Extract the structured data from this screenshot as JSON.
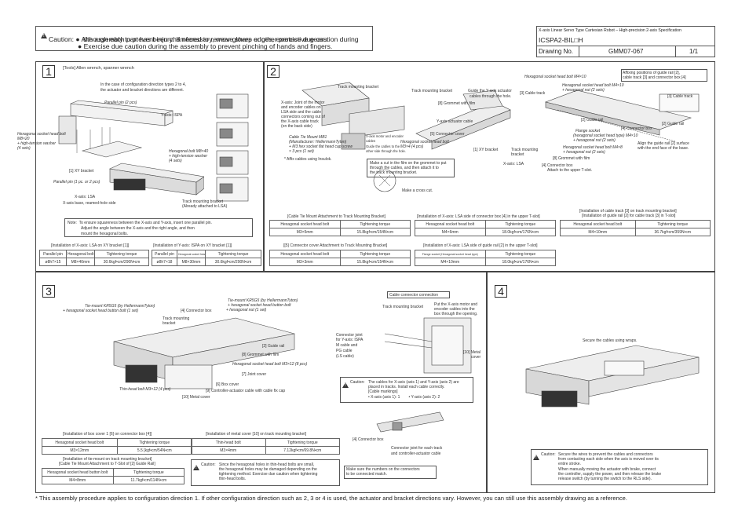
{
  "header": {
    "caution_label": "Caution:",
    "caution_line1": "● Although each part has been chamfered to remove sharp edges, exercise due caution during",
    "caution_line2": "the assembly to prevent injury. If necessary, wear gloves or other protective gears.",
    "caution_line3": "● Exercise due caution during the assembly to prevent pinching of hands and fingers.",
    "spec_title": "X-axis Linear Servo Type Cartesian Robot – High-precision 2-axis Specification",
    "model": "ICSPA2-BIL□H",
    "drawing_no_label": "Drawing No.",
    "drawing_no": "GMM07-067",
    "sheet": "1/1"
  },
  "panel1": {
    "num": "1",
    "tools": "[Tools] Allen wrench, spanner wrench",
    "config_note1": "In the case of configuration direction types 2 to 4,",
    "config_note2": "the actuator and bracket directions are different.",
    "labels": {
      "parallel_pin_2": "Parallel pin (2 pcs)",
      "y_axis": "Y-axis: ISPA",
      "hex_bolt_l1": "Hexagonal socket head bolt",
      "hex_bolt_l2": "M8×20",
      "hex_bolt_l3": "+ high-tension washer",
      "hex_bolt_l4": "(4 sets)",
      "hex_bolt_r1": "Hexagonal bolt M8×40",
      "hex_bolt_r2": "+ high-tension washer",
      "hex_bolt_r3": "(4 sets)",
      "xy_bracket": "[1] XY bracket",
      "parallel_pin_1": "Parallel pin (1 pc. or 2 pcs)",
      "x_axis": "X-axis: LSA",
      "x_base": "X-axis base, reamed-hole side",
      "track_bracket1": "Track mounting bracket",
      "track_bracket2": "(Already attached to LSA)"
    },
    "note1": "Note:  To ensure squareness between the X-axis and Y-axis, insert one parallel pin.",
    "note2": "Adjust the angle between the X-axis and the right angle, and then",
    "note3": "mount the hexagonal bolts.",
    "table_left_title": "[Installation of X-axis: LSA on XY bracket [1]]",
    "table_left": {
      "headers": [
        "Parallel pin",
        "Hexagonal bolt",
        "Tightening torque"
      ],
      "row": [
        "ø8h7×15",
        "M8×40mm",
        "30.6kgf•cm/290N•cm"
      ]
    },
    "table_right_title": "[Installation of Y-axis: ISPA on XY bracket [1]]",
    "table_right": {
      "headers": [
        "Parallel pin",
        "Hexagonal socket head bolt",
        "Tightening torque"
      ],
      "row": [
        "ø8h7×18",
        "M8×30mm",
        "30.6kgf•cm/290N•cm"
      ]
    }
  },
  "panel2": {
    "num": "2",
    "labels": {
      "track_bracket_a": "Track mounting bracket",
      "track_bracket_b": "Track mounting bracket",
      "guide_y": "Guide the Y-axis actuator",
      "guide_y2": "cables through the hole.",
      "cable_track3": "[3] Cable track",
      "x_axis_joint1": "X-axis: Joint of the motor",
      "x_axis_joint2": "and encoder cables on",
      "x_axis_joint3": "LSA side and the cable",
      "x_axis_joint4": "connectors coming out of",
      "x_axis_joint5": "the X-axis cable track",
      "x_axis_joint6": "(on the back side)",
      "grommet": "[8] Grommet with film",
      "y_actuator_cable": "Y-axis actuator cable",
      "cable_tie1": "Cable Tie Mount MB1",
      "cable_tie2": "(Manufacturer: HellermannTyton)",
      "cable_tie3": "+ M3 hex socket flat head cap screw",
      "cable_tie4": "× 3 pcs (1 set)",
      "x_motor1": "X-axis motor and encoder",
      "x_motor2": "cables",
      "x_motor3": "Guide the cables to the",
      "x_motor4": "other side through the hole.",
      "connector_cover": "[5] Connector cover",
      "hex_m3_1": "Hexagonal socket head bolt",
      "hex_m3_2": "M3×4 (4 pcs)",
      "affix": "* Affix cables using Insulok.",
      "film1": "Make a cut in the film on the grommet to put",
      "film2": "through the cables, and then attach it to",
      "film3": "the track mounting bracket.",
      "cross_cut": "Make a cross cut.",
      "xy_bracket": "[1] XY bracket",
      "x_axis_lsa": "X-axis: LSA",
      "track_bracket_c1": "Track mounting",
      "track_bracket_c2": "bracket",
      "hex_m4_10": "Hexagonal socket head bolt M4×10",
      "hex_m4_10b1": "Hexagonal socket head bolt M4×10",
      "hex_m4_10b2": "+ hexagonal nut (2 sets)",
      "affix_pos1": "Affixing positions of guide rail [2],",
      "affix_pos2": "cable track [3] and connector box [4]",
      "cable_track3b": "[3] Cable track",
      "guide_rail2": "[2] Guide rail",
      "guide_rail2b": "[2] Guide rail",
      "connector_box4": "[4] Connector box",
      "flange_socket1": "Flange socket",
      "flange_socket2": "(hexagonal socket head type) M4×10",
      "flange_socket3": "+ hexagonal nut (2 sets)",
      "hex_m4_8_1": "Hexagonal socket head bolt M4×8",
      "hex_m4_8_2": "+ hexagonal nut (2 sets)",
      "align1": "Align the guide rail [2] surface",
      "align2": "with the end face of the base.",
      "grommet8b": "[8] Grommet with film",
      "connector_box4b": "[4] Connector box",
      "attach_tslot": "Attach to the upper T-slot."
    },
    "t1_title": "[Cable Tie Mount Attachment to Track Mounting Bracket]",
    "t1": {
      "headers": [
        "Hexagonal socket head bolt",
        "Tightening torque"
      ],
      "row": [
        "M3×5mm",
        "15.8kgf•cm/154N•cm"
      ]
    },
    "t2_title": "[Installation of X-axis: LSA side of connector box [4] in the upper T-slot]",
    "t2": {
      "headers": [
        "Hexagonal socket head bolt",
        "Tightening torque"
      ],
      "row": [
        "M4×6mm",
        "18.0kgf•cm/176N•cm"
      ]
    },
    "t3_title1": "[Installation of cable track [3] on track mounting bracket]",
    "t3_title2": "[Installation of guide rail [2] for cable track [3] in T-slot]",
    "t3": {
      "headers": [
        "Hexagonal socket head bolt",
        "Tightening torque"
      ],
      "row": [
        "M4×10mm",
        "36.7kgf•cm/359N•cm"
      ]
    },
    "t4_title": "[[5] Connector cover Attachment to Track Mounting Bracket]",
    "t4": {
      "headers": [
        "Hexagonal socket head bolt",
        "Tightening torque"
      ],
      "row": [
        "M3×3mm",
        "15.8kgf•cm/154N•cm"
      ]
    },
    "t5_title": "[Installation of X-axis: LSA side of guide rail [2] in the upper T-slot]",
    "t5": {
      "headers": [
        "Flange socket (Hexagonal socket head type)",
        "Tightening torque"
      ],
      "row": [
        "M4×10mm",
        "18.0kgf•cm/176N•cm"
      ]
    }
  },
  "panel3": {
    "num": "3",
    "labels": {
      "tie_left1": "Tie-mount KR5G5 (by HellermannTyton)",
      "tie_left2": "+ hexagonal socket head button bolt (1 set)",
      "conn_box4": "[4] Connector box",
      "tie_right1": "Tie-mount KR5G5 (by HellermannTyton)",
      "tie_right2": "+ hexagonal socket head button bolt",
      "tie_right3": "+ hexagonal nut (1 set)",
      "track_bracket1": "Track mounting",
      "track_bracket2": "bracket",
      "guide_rail": "[2] Guide rail",
      "grommet": "[8] Grommet with film",
      "hex_m3_12": "Hexagonal socket head bolt M3×12 (8 pcs)",
      "joint_cover": "[7] Joint cover",
      "box_cover": "[6] Box cover",
      "thin_head": "Thin-head bolt M3×12 (4 pcs)",
      "controller_cable": "[9] Controller-actuator cable with cable fix cap",
      "metal_cover": "[10] Metal cover",
      "cable_conn": "Cable connector connection",
      "track_bracket3": "Track mounting bracket",
      "put1": "Put the X-axis motor and",
      "put2": "encoder cables into the",
      "put3": "box through the opening.",
      "joint_y1": "Connector joint",
      "joint_y2": "for Y-axis: ISPA",
      "joint_y3": "M cable and",
      "joint_y4": "PG cable",
      "joint_y5": "(LS cable)",
      "metal_cover2_1": "[10] Metal",
      "metal_cover2_2": "cover",
      "caution_cable1": "The cables for X-axis (axis 1) and Y-axis (axis 2) are",
      "caution_cable2": "placed in tracks. Install each cable correctly.",
      "caution_cable3": "[Cable markings]",
      "caution_cable4": "• X-axis (axis 1): 1        • Y-axis (axis 2): 2",
      "conn_box4b": "[4] Connector box",
      "joint_track1": "Connector joint for each track",
      "joint_track2": "and controller-actuator cable",
      "numbers1": "Make sure the numbers on the connectors",
      "numbers2": "to be connected match."
    },
    "t1_title": "[Installation of box cover 1 [6] on connector box [4]]",
    "t1": {
      "headers": [
        "Hexagonal socket head bolt",
        "Tightening torque"
      ],
      "row": [
        "M3×12mm",
        "5.5 [kgf•cm/54N•cm"
      ]
    },
    "t2_title": "[Installation of metal cover [10] on track mounting bracket]",
    "t2": {
      "headers": [
        "Thin-head bolt",
        "Tightening torque"
      ],
      "row": [
        "M3×4mm",
        "7.12kgf•cm/69.8N•cm"
      ]
    },
    "t3_title1": "[Installation of tie-mount on track mounting bracket]",
    "t3_title2": "[Cable Tie Mount Attachment to T-Slot of [2] Guide Rail]",
    "t3": {
      "headers": [
        "Hexagonal socket head button bolt",
        "Tightening torque"
      ],
      "row": [
        "M4×8mm",
        "11.7kgf•cm/114N•cm"
      ]
    },
    "caution_hex1": "Since the hexagonal holes in thin-head bolts are small,",
    "caution_hex2": "the hexagonal holes may be damaged depending on the",
    "caution_hex3": "tightening method. Exercise due caution when tightening",
    "caution_hex4": "thin-head bolts."
  },
  "panel4": {
    "num": "4",
    "secure": "Secure the cables using wraps.",
    "caution1": "Secure the wires to prevent the cables and connectors",
    "caution2": "from contacting each side when the axis is moved over its",
    "caution3": "entire stroke.",
    "caution4": "When manually moving the actuator with brake, connect",
    "caution5": "the controller, supply the power, and then release the brake",
    "caution6": "release switch (by turning the switch to the RLS side)."
  },
  "footer": "* This assembly procedure applies to configuration direction 1. If other configuration direction such as 2, 3 or 4 is used, the actuator and bracket directions vary. However, you can still use this assembly drawing as a reference.",
  "caution_word": "Caution:"
}
